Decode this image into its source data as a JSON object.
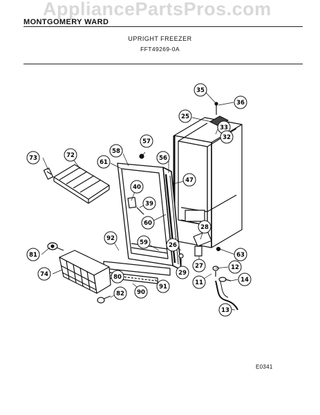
{
  "watermark": "AppliancePartsPros.com",
  "header": {
    "brand": "MONTGOMERY WARD",
    "title": "UPRIGHT FREEZER",
    "model": "FFT49269-0A"
  },
  "diagram_code": "E0341",
  "callouts": [
    "35",
    "36",
    "25",
    "33",
    "32",
    "57",
    "58",
    "56",
    "73",
    "72",
    "61",
    "47",
    "40",
    "39",
    "60",
    "28",
    "92",
    "59",
    "26",
    "63",
    "81",
    "27",
    "12",
    "29",
    "74",
    "80",
    "91",
    "11",
    "14",
    "82",
    "90",
    "13"
  ]
}
